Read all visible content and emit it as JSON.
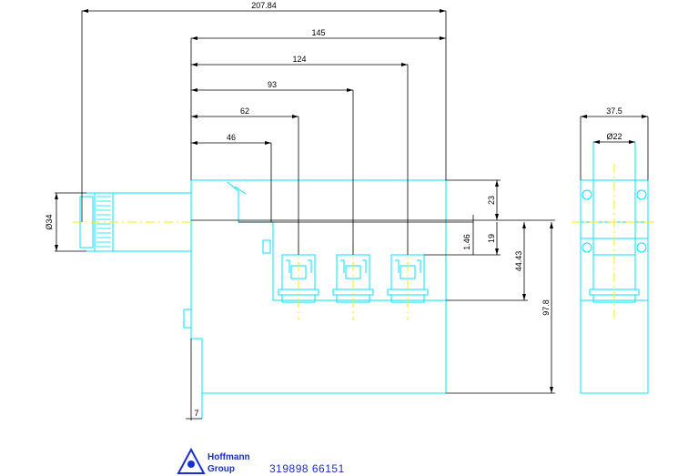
{
  "dimensions": {
    "overall_length": "207.84",
    "d145": "145",
    "d124": "124",
    "d93": "93",
    "d62": "62",
    "d46": "46",
    "diameter_34": "Ø34",
    "d23": "23",
    "d1_46": "1.46",
    "d19": "19",
    "d44_43": "44.43",
    "d97_8": "97.8",
    "d7": "7",
    "width_37_5": "37.5",
    "diameter_22": "Ø22"
  },
  "logo": {
    "line1": "Hoffmann",
    "line2": "Group"
  },
  "part_number": "319898 66151",
  "colors": {
    "outline": "#00e5ff",
    "dimension": "#000000",
    "centerline": "#ffee00",
    "brand": "#1a2fd0"
  }
}
